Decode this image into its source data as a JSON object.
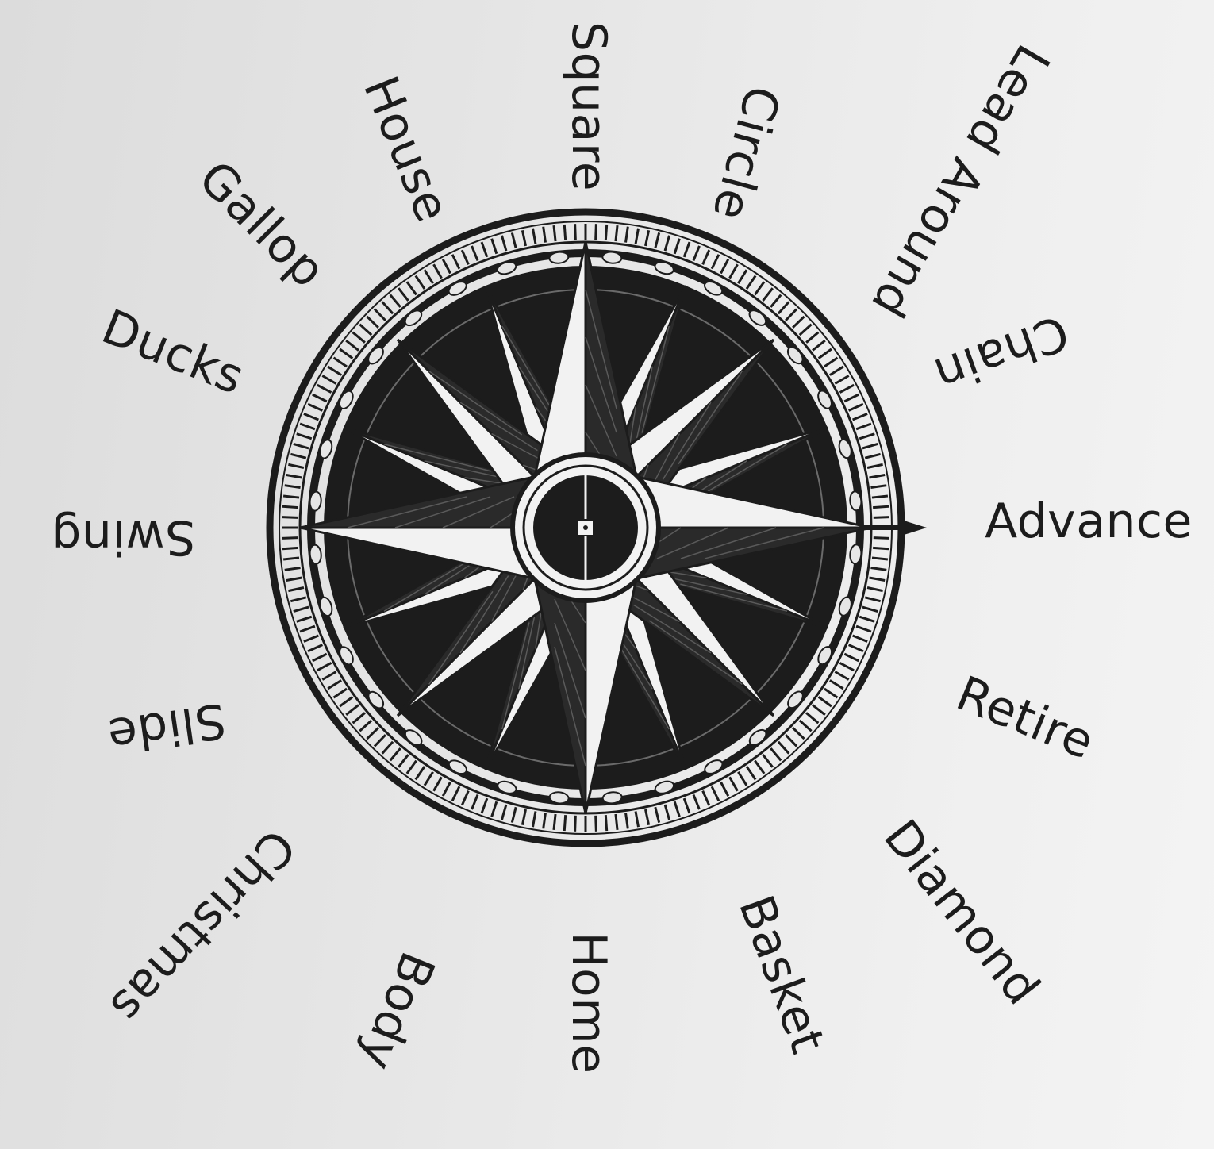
{
  "colors": {
    "ink": "#1c1c1c",
    "paper": "#e8e8e8"
  },
  "compass_icon": "compass-rose-icon",
  "labels": [
    {
      "key": "advance",
      "text": "Advance"
    },
    {
      "key": "retire",
      "text": "Retire"
    },
    {
      "key": "diamond",
      "text": "Diamond"
    },
    {
      "key": "basket",
      "text": "Basket"
    },
    {
      "key": "home",
      "text": "Home"
    },
    {
      "key": "body",
      "text": "Body"
    },
    {
      "key": "christmas",
      "text": "Christmas"
    },
    {
      "key": "slide",
      "text": "Slide"
    },
    {
      "key": "swing",
      "text": "Swing"
    },
    {
      "key": "ducks",
      "text": "Ducks"
    },
    {
      "key": "gallop",
      "text": "Gallop"
    },
    {
      "key": "house",
      "text": "House"
    },
    {
      "key": "square",
      "text": "Square"
    },
    {
      "key": "circle",
      "text": "Circle"
    },
    {
      "key": "lead-around",
      "text": "Lead Around"
    },
    {
      "key": "chain",
      "text": "Chain"
    }
  ]
}
